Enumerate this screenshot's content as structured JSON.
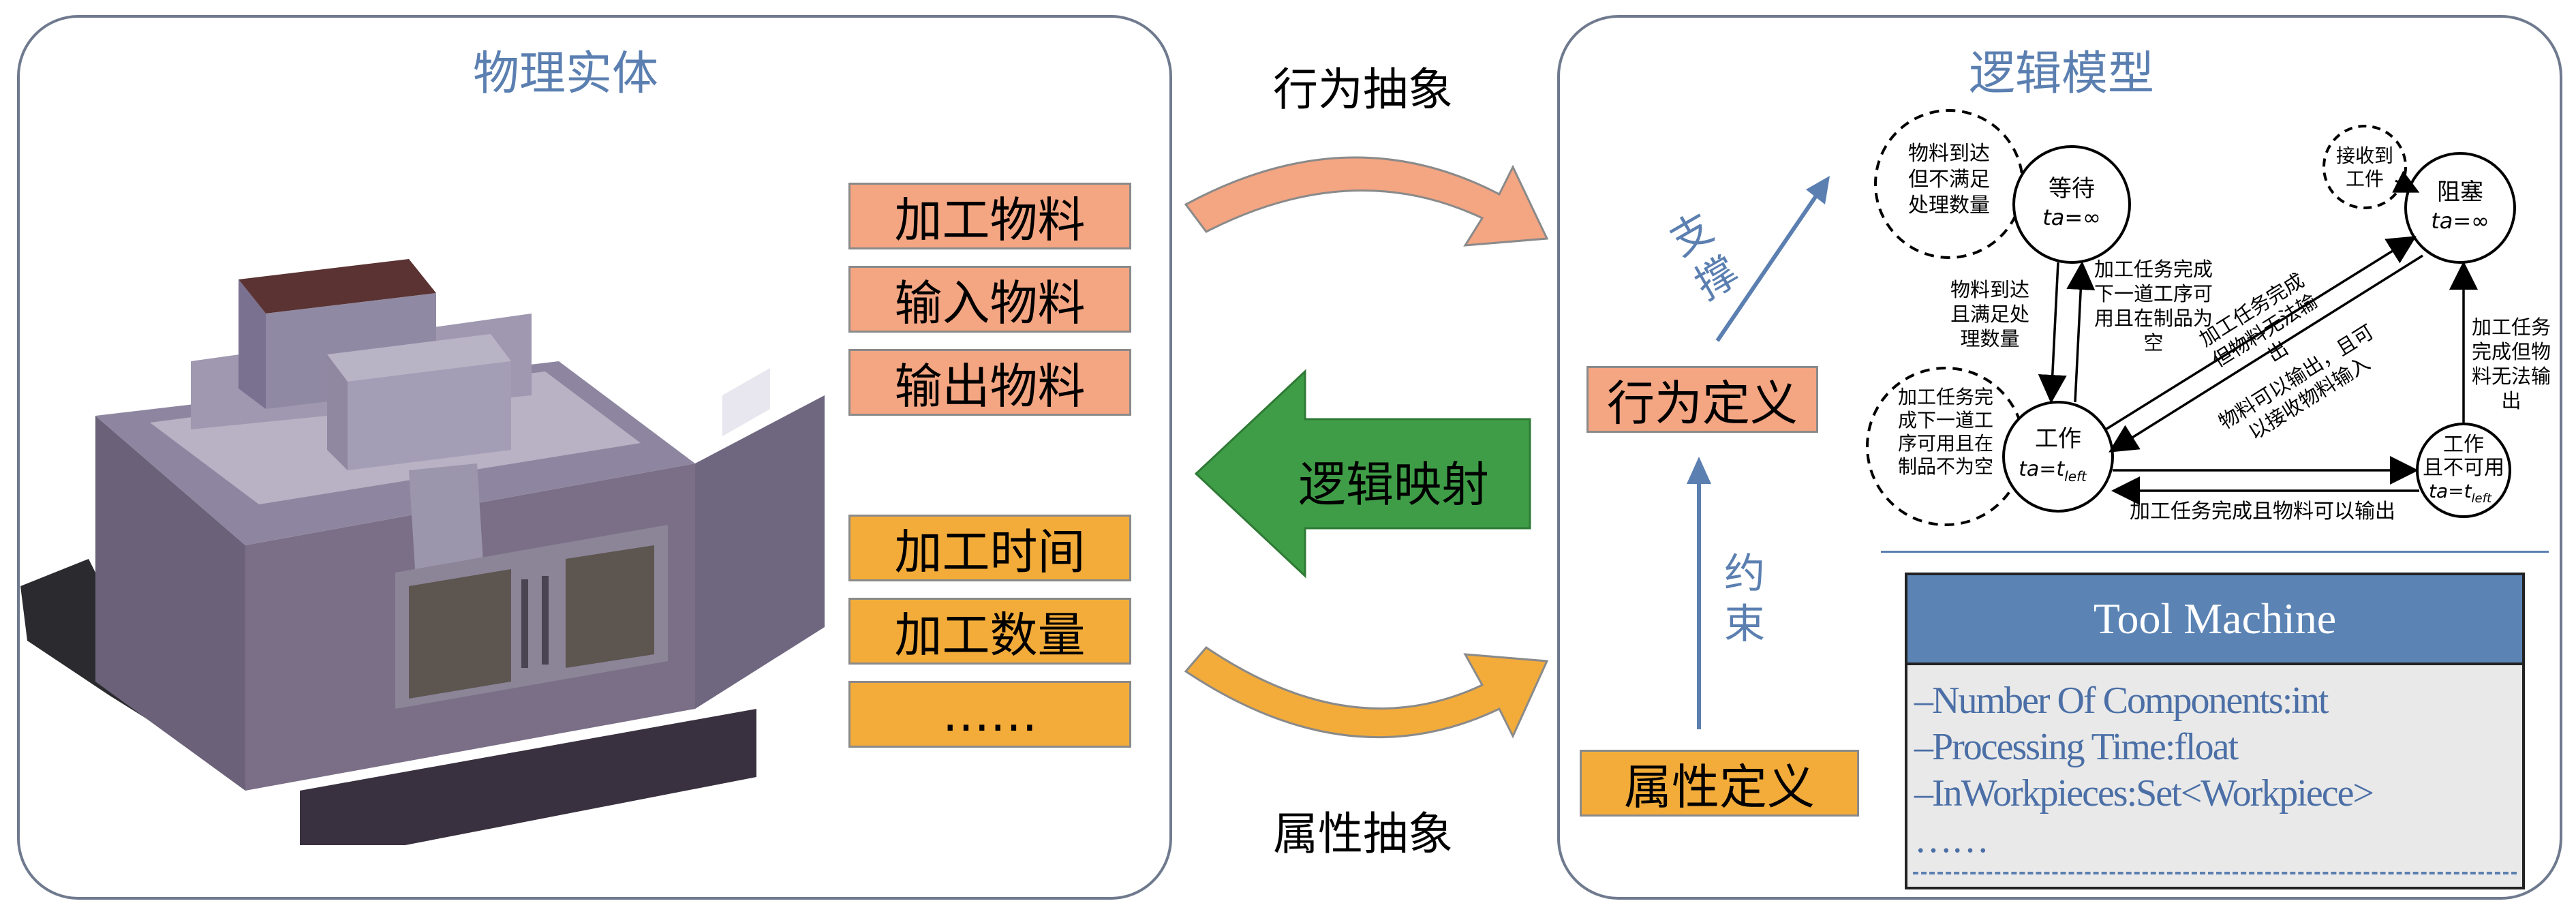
{
  "left_panel": {
    "title": "物理实体",
    "material_labels": [
      "加工物料",
      "输入物料",
      "输出物料"
    ],
    "attribute_labels": [
      "加工时间",
      "加工数量",
      "……"
    ]
  },
  "middle": {
    "top_arrow_label": "行为抽象",
    "center_arrow_label": "逻辑映射",
    "bottom_arrow_label": "属性抽象"
  },
  "right_panel": {
    "title": "逻辑模型",
    "behavior_def": "行为定义",
    "attribute_def": "属性定义",
    "support_label": "支撑",
    "constraint_label": "约束",
    "states": {
      "wait": {
        "name": "等待",
        "ta": "ta=∞"
      },
      "block": {
        "name": "阻塞",
        "ta": "ta=∞"
      },
      "work": {
        "name": "工作",
        "ta": "ta=t",
        "sub": "left"
      },
      "unavailable": {
        "name": "工作且不可用",
        "ta": "ta=t",
        "sub": "left"
      }
    },
    "conditions": {
      "arrive_not_enough": "物料到达但不满足处理数量",
      "received_workpiece": "接收到工件",
      "task_done_next_ok": "加工任务完成下一道工序可用且在制品不为空"
    },
    "transitions": {
      "arrive_enough": "物料到达且满足处理数量",
      "task_done_to_wait": "加工任务完成下一道工序可用且在制品为空",
      "task_done_blocked": "加工任务完成但物料无法输出",
      "output_receive": "物料可以输出，且可以接收物料输入",
      "task_done_unavail_blocked": "加工任务完成但物料无法输出",
      "task_done_output": "加工任务完成且物料可以输出"
    },
    "class": {
      "name": "Tool Machine",
      "attributes": [
        "–Number Of Components:int",
        "–Processing Time:float",
        "–InWorkpieces:Set<Workpiece>",
        "……"
      ]
    }
  },
  "colors": {
    "salmon": "#f4a582",
    "orange": "#f3ac3a",
    "green": "#3f9d47",
    "title_blue": "#5b7fb0",
    "class_header": "#5b84b5"
  }
}
